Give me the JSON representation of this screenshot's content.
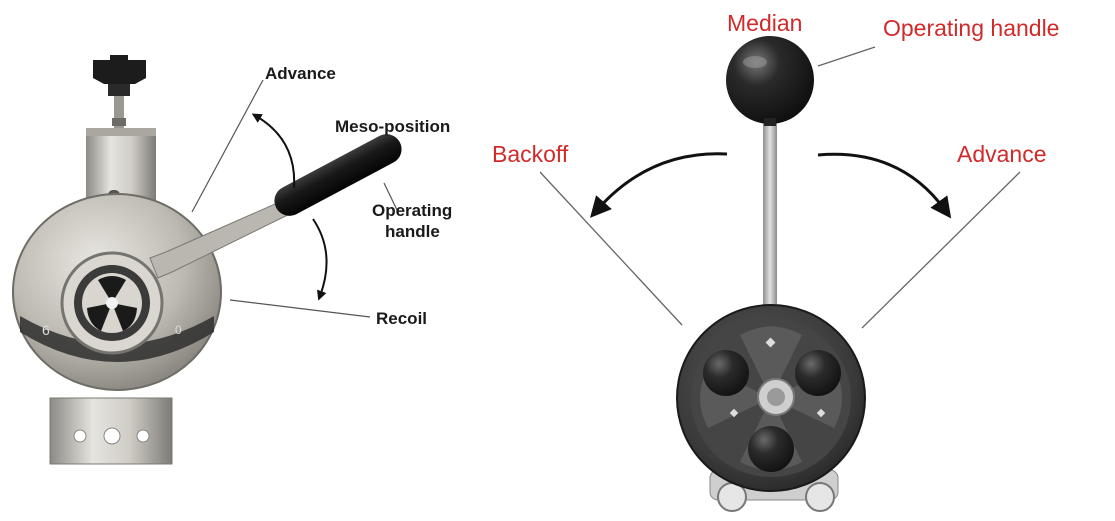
{
  "left_figure": {
    "labels": {
      "advance": "Advance",
      "meso_position": "Meso-position",
      "operating_handle_line1": "Operating",
      "operating_handle_line2": "handle",
      "recoil": "Recoil"
    },
    "colors": {
      "label": "#1a1a1a",
      "leader_line": "#555555"
    }
  },
  "right_figure": {
    "labels": {
      "median": "Median",
      "operating_handle": "Operating handle",
      "backoff": "Backoff",
      "advance": "Advance"
    },
    "colors": {
      "label": "#d12a2a",
      "leader_line": "#666666"
    }
  }
}
